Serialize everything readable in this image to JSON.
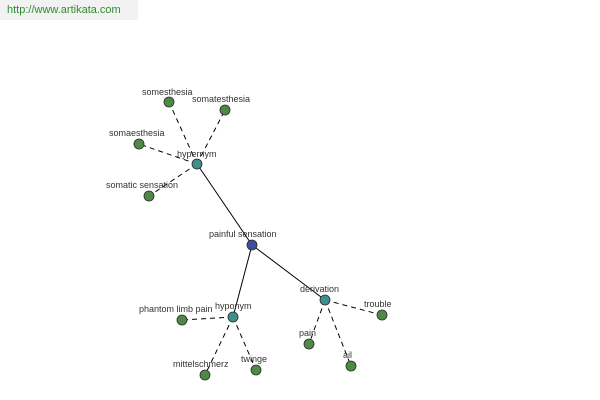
{
  "source": {
    "url": "http://www.artikata.com"
  },
  "graph": {
    "colors": {
      "root": "#3d4f9a",
      "relation": "#3f8f8a",
      "leaf": "#4e8a45",
      "edge": "#000000",
      "node_stroke": "#2a2a2a",
      "source_text": "#2e8b2e"
    },
    "nodes": [
      {
        "id": "painful-sensation",
        "label": "painful sensation",
        "kind": "root"
      },
      {
        "id": "hypernym",
        "label": "hypernym",
        "kind": "relation"
      },
      {
        "id": "hyponym",
        "label": "hyponym",
        "kind": "relation"
      },
      {
        "id": "derivation",
        "label": "derivation",
        "kind": "relation"
      },
      {
        "id": "somesthesia",
        "label": "somesthesia",
        "kind": "leaf"
      },
      {
        "id": "somatesthesia",
        "label": "somatesthesia",
        "kind": "leaf"
      },
      {
        "id": "somaesthesia",
        "label": "somaesthesia",
        "kind": "leaf"
      },
      {
        "id": "somatic-sensation",
        "label": "somatic sensation",
        "kind": "leaf"
      },
      {
        "id": "phantom-limb-pain",
        "label": "phantom limb pain",
        "kind": "leaf"
      },
      {
        "id": "mittelschmerz",
        "label": "mittelschmerz",
        "kind": "leaf"
      },
      {
        "id": "twinge",
        "label": "twinge",
        "kind": "leaf"
      },
      {
        "id": "pain",
        "label": "pain",
        "kind": "leaf"
      },
      {
        "id": "ail",
        "label": "ail",
        "kind": "leaf"
      },
      {
        "id": "trouble",
        "label": "trouble",
        "kind": "leaf"
      }
    ],
    "edges": [
      {
        "from": "painful-sensation",
        "to": "hypernym",
        "style": "solid"
      },
      {
        "from": "painful-sensation",
        "to": "hyponym",
        "style": "solid"
      },
      {
        "from": "painful-sensation",
        "to": "derivation",
        "style": "solid"
      },
      {
        "from": "hypernym",
        "to": "somesthesia",
        "style": "dashed"
      },
      {
        "from": "hypernym",
        "to": "somatesthesia",
        "style": "dashed"
      },
      {
        "from": "hypernym",
        "to": "somaesthesia",
        "style": "dashed"
      },
      {
        "from": "hypernym",
        "to": "somatic-sensation",
        "style": "dashed"
      },
      {
        "from": "hyponym",
        "to": "phantom-limb-pain",
        "style": "dashed"
      },
      {
        "from": "hyponym",
        "to": "mittelschmerz",
        "style": "dashed"
      },
      {
        "from": "hyponym",
        "to": "twinge",
        "style": "dashed"
      },
      {
        "from": "derivation",
        "to": "pain",
        "style": "dashed"
      },
      {
        "from": "derivation",
        "to": "ail",
        "style": "dashed"
      },
      {
        "from": "derivation",
        "to": "trouble",
        "style": "dashed"
      }
    ]
  }
}
